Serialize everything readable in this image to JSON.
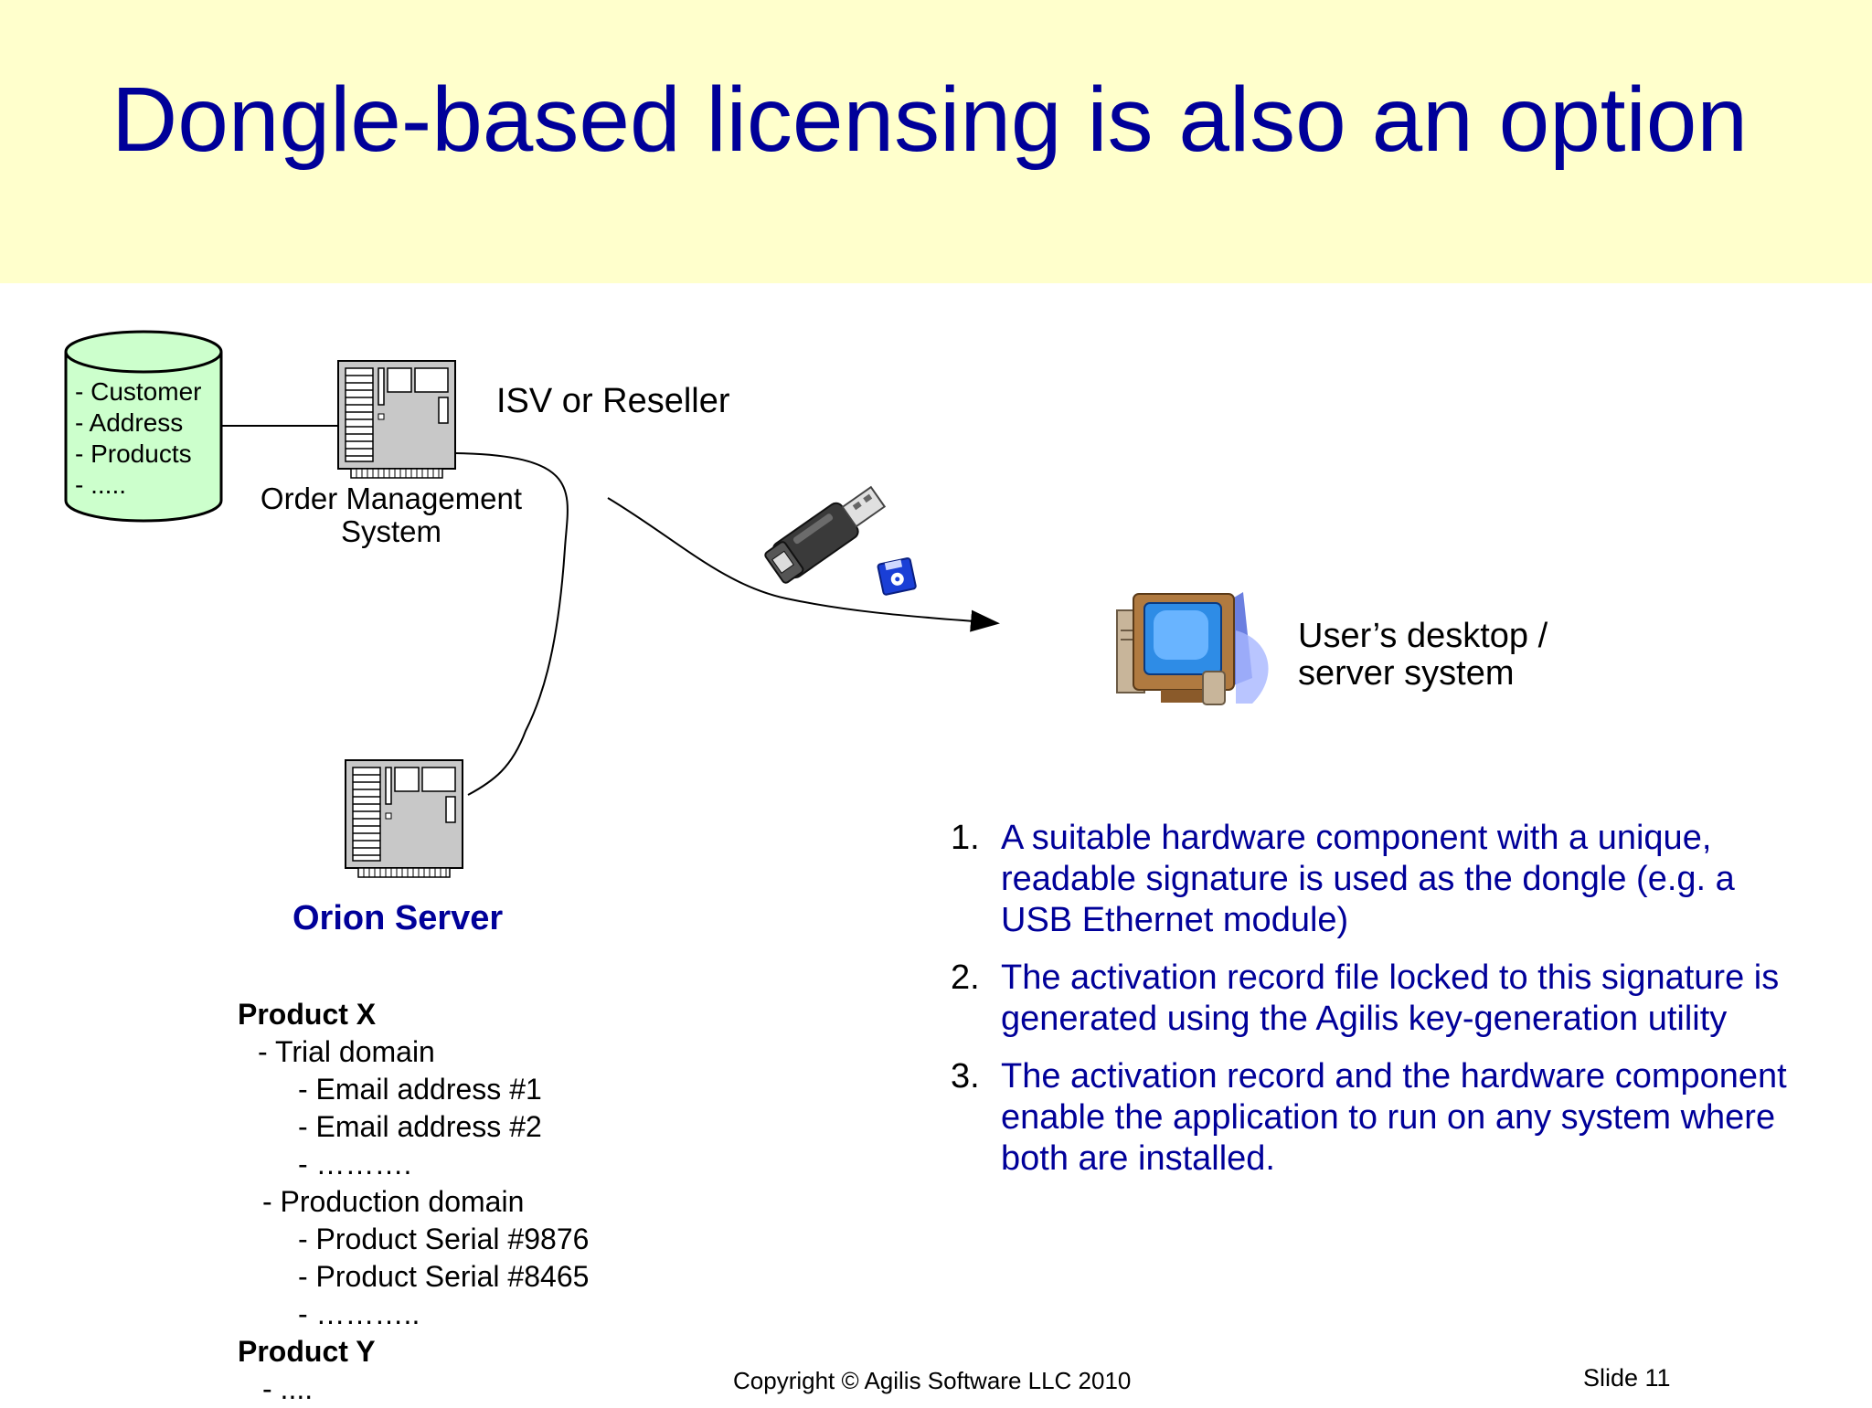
{
  "title": "Dongle-based licensing is also an option",
  "database": {
    "lines": [
      "- Customer",
      "- Address",
      "- Products",
      "- ....."
    ]
  },
  "order_management": {
    "label": "Order Management System"
  },
  "isv_label": "ISV or Reseller",
  "user_system": {
    "line1": "User’s desktop /",
    "line2": "server system"
  },
  "orion_server": {
    "label": "Orion Server"
  },
  "product_tree": [
    "Product X",
    "- Trial domain",
    "- Email address #1",
    "- Email address #2",
    "- ……….",
    "- Production domain",
    "- Product Serial #9876",
    "- Product Serial #8465",
    "- ………..",
    "Product Y",
    "- ...."
  ],
  "steps": [
    {
      "num": "1.",
      "text": "A suitable hardware component with a unique, readable signature is used as the dongle (e.g. a USB Ethernet module)"
    },
    {
      "num": "2.",
      "text": "The activation record file locked to this signature is generated using the Agilis key-generation utility"
    },
    {
      "num": "3.",
      "text": "The activation record and the hardware component enable the application to run on any system where both are installed."
    }
  ],
  "footer": {
    "copyright": "Copyright © Agilis Software LLC 2010",
    "slide": "Slide 11"
  },
  "colors": {
    "title": "#000099",
    "title_band": "#ffffcc",
    "database_fill": "#ccffcc",
    "steps_text": "#000099"
  },
  "icons": [
    "database-icon",
    "server-icon",
    "usb-dongle-icon",
    "disk-icon",
    "desktop-computer-icon"
  ]
}
